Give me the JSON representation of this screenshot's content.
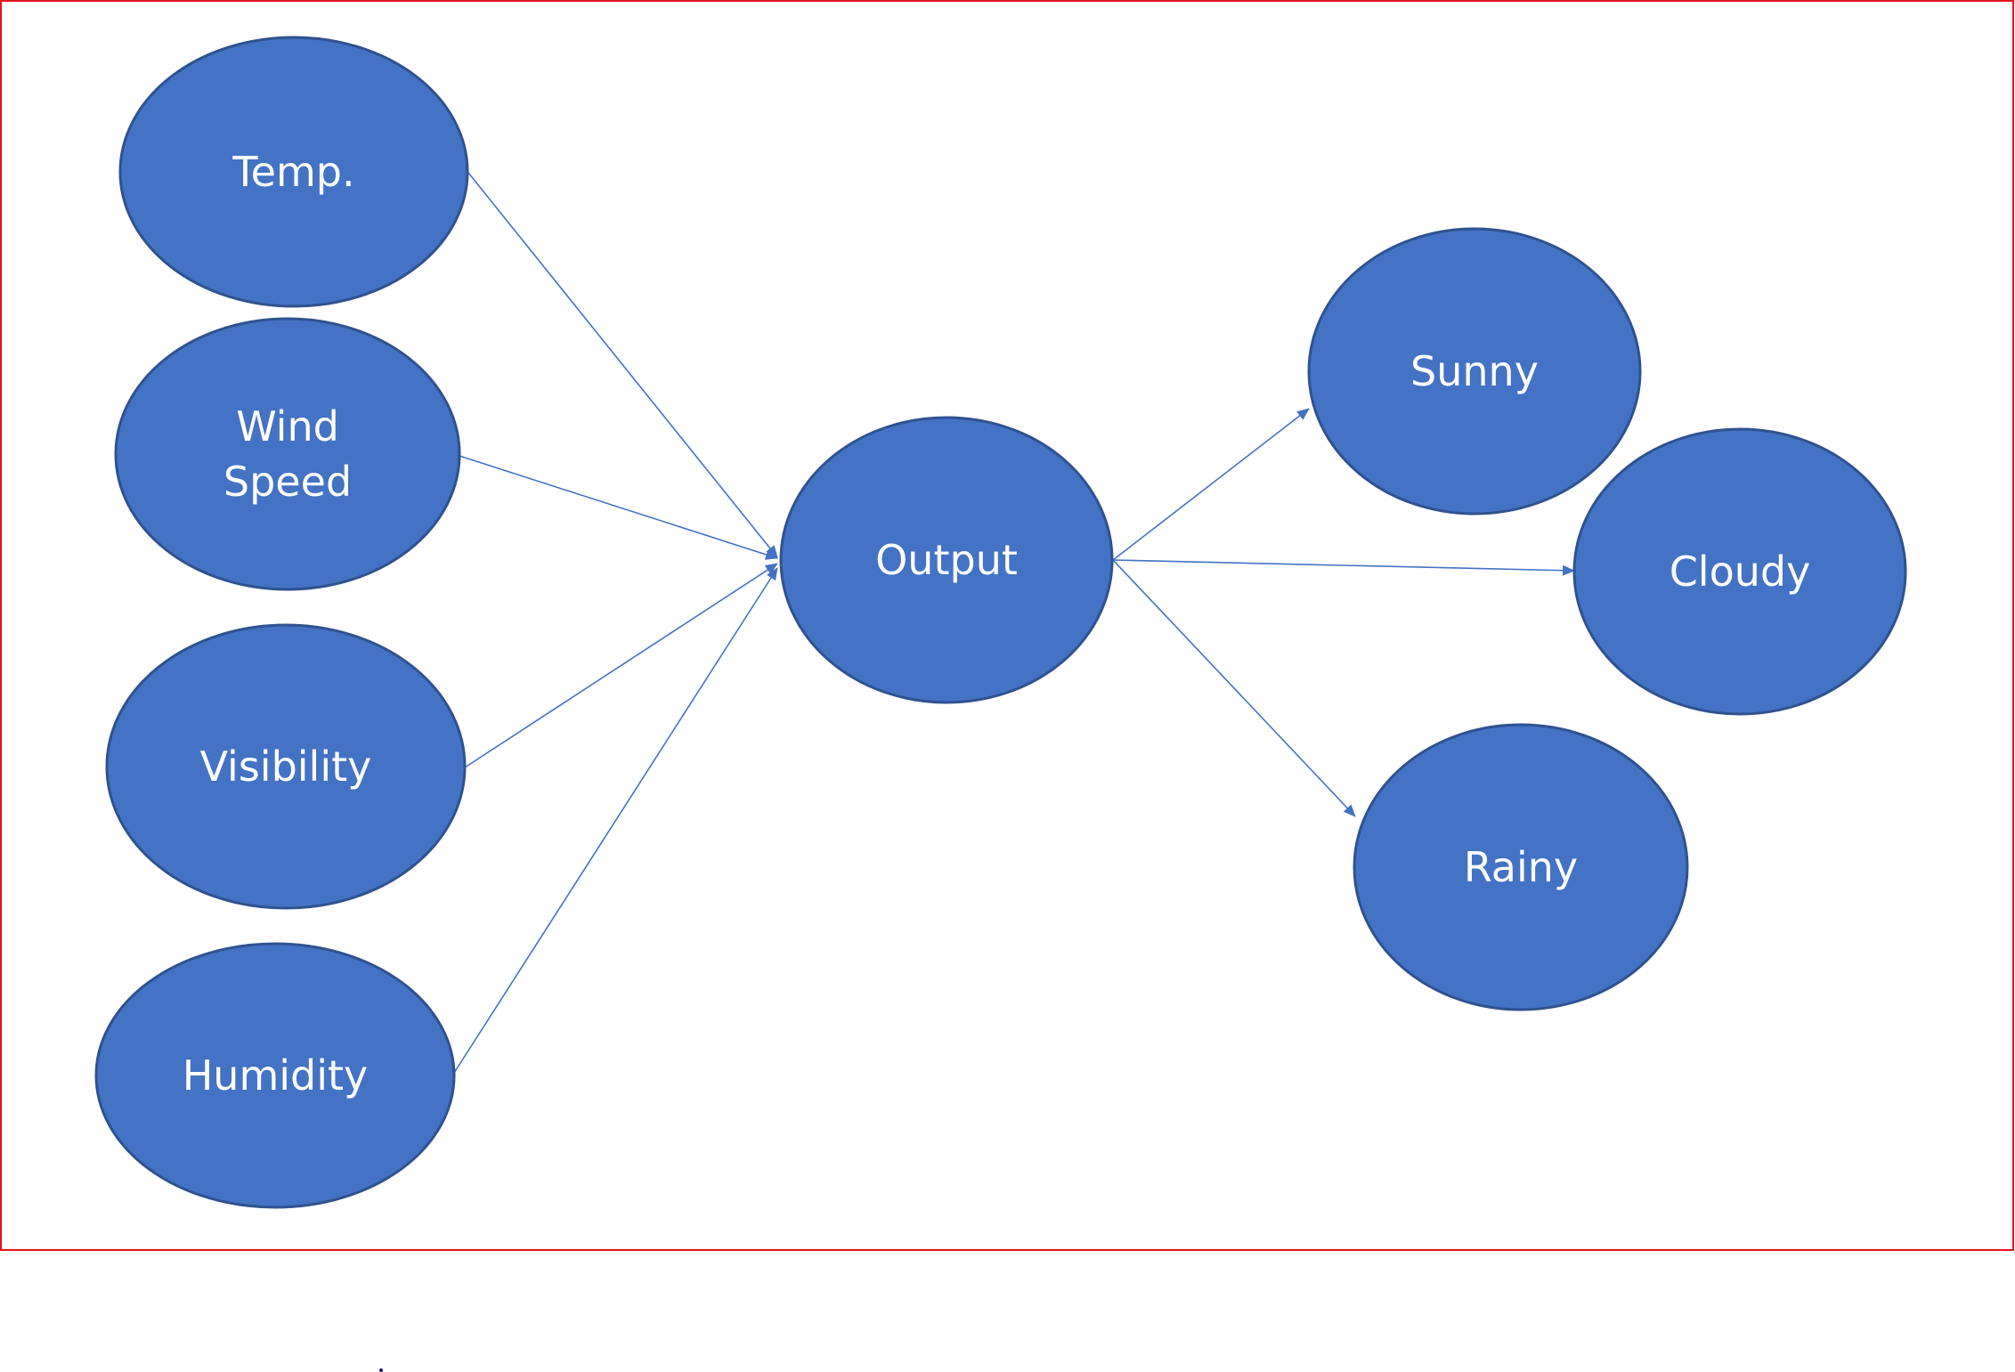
{
  "colors": {
    "node_fill": "#4472c4",
    "node_stroke": "#2f528f",
    "edge": "#4472c4",
    "frame": "#e8141c",
    "background": "#ffffff"
  },
  "diagram": {
    "nodes": [
      {
        "id": "temp",
        "lines": [
          "Temp."
        ]
      },
      {
        "id": "wind_speed",
        "lines": [
          "Wind",
          "Speed"
        ]
      },
      {
        "id": "visibility",
        "lines": [
          "Visibility"
        ]
      },
      {
        "id": "humidity",
        "lines": [
          "Humidity"
        ]
      },
      {
        "id": "output",
        "lines": [
          "Output"
        ]
      },
      {
        "id": "sunny",
        "lines": [
          "Sunny"
        ]
      },
      {
        "id": "cloudy",
        "lines": [
          "Cloudy"
        ]
      },
      {
        "id": "rainy",
        "lines": [
          "Rainy"
        ]
      }
    ],
    "edges": [
      {
        "from": "temp",
        "to": "output"
      },
      {
        "from": "wind_speed",
        "to": "output"
      },
      {
        "from": "visibility",
        "to": "output"
      },
      {
        "from": "humidity",
        "to": "output"
      },
      {
        "from": "output",
        "to": "sunny"
      },
      {
        "from": "output",
        "to": "cloudy"
      },
      {
        "from": "output",
        "to": "rainy"
      }
    ]
  }
}
